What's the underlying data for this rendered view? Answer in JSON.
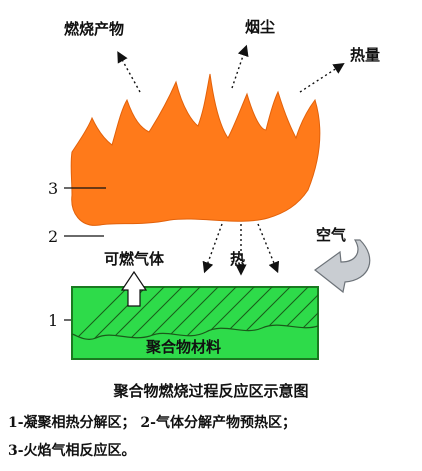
{
  "labels": {
    "combustion_products": "燃烧产物",
    "smoke": "烟尘",
    "heat_top": "热量",
    "combustible_gas": "可燃气体",
    "heat_mid": "热",
    "air": "空气",
    "polymer_material": "聚合物材料"
  },
  "zone_markers": {
    "z3": "3",
    "z2": "2",
    "z1": "1"
  },
  "caption": {
    "title": "聚合物燃烧过程反应区示意图",
    "line1": "1-凝聚相热分解区；  2-气体分解产物预热区；",
    "line2": "3-火焰气相反应区。"
  },
  "colors": {
    "flame": "#FF7A1A",
    "material": "#2EDB4A",
    "material_border": "#1a7a20",
    "air_arrow": "#9aa0a6"
  }
}
